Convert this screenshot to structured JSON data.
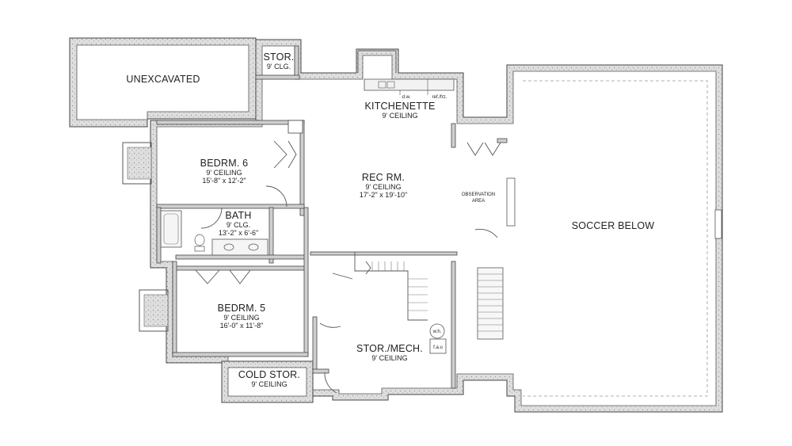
{
  "rooms": {
    "unexcavated": {
      "name": "UNEXCAVATED"
    },
    "stor_top": {
      "name": "STOR.",
      "ceiling": "9' CLG."
    },
    "kitchenette": {
      "name": "KITCHENETTE",
      "ceiling": "9' CEILING",
      "appliance_dw": "d.w.",
      "appliance_fridge": "ref./frz."
    },
    "bedroom6": {
      "name": "BEDRM. 6",
      "ceiling": "9' CEILING",
      "size": "15'-8\" x 12'-2\""
    },
    "rec_room": {
      "name": "REC RM.",
      "ceiling": "9' CEILING",
      "size": "17'-2\" x 19'-10\""
    },
    "observation": {
      "line1": "OBSERVATION",
      "line2": "AREA"
    },
    "bath": {
      "name": "BATH",
      "ceiling": "9' CLG.",
      "size": "13'-2\" x 6'-6\""
    },
    "soccer": {
      "name": "SOCCER BELOW"
    },
    "bedroom5": {
      "name": "BEDRM. 5",
      "ceiling": "9' CEILING",
      "size": "16'-0\" x 11'-8\""
    },
    "stor_mech": {
      "name": "STOR./MECH.",
      "ceiling": "9' CEILING",
      "wh": "w.h.",
      "fau": "f.a.u"
    },
    "cold_stor": {
      "name": "COLD STOR.",
      "ceiling": "9' CEILING"
    }
  }
}
